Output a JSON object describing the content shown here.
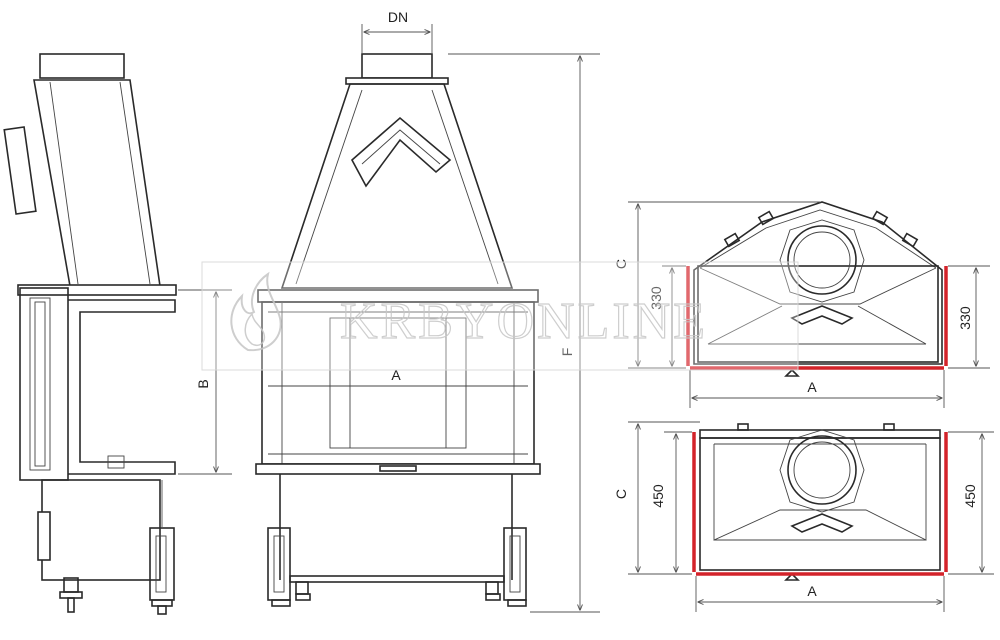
{
  "labels": {
    "dn": "DN",
    "a_front": "A",
    "b": "B",
    "f": "F",
    "c_top": "C",
    "dim_330_left": "330",
    "dim_330_right": "330",
    "a_top": "A",
    "c_bottom": "C",
    "dim_450_left": "450",
    "dim_450_right": "450",
    "a_bottom": "A"
  },
  "watermark": {
    "text": "KRBYONLINE",
    "logo": "flame-logo-icon"
  },
  "colors": {
    "line": "#2a2a2a",
    "highlight": "#d3232a",
    "watermark": "#c9c9c9"
  }
}
